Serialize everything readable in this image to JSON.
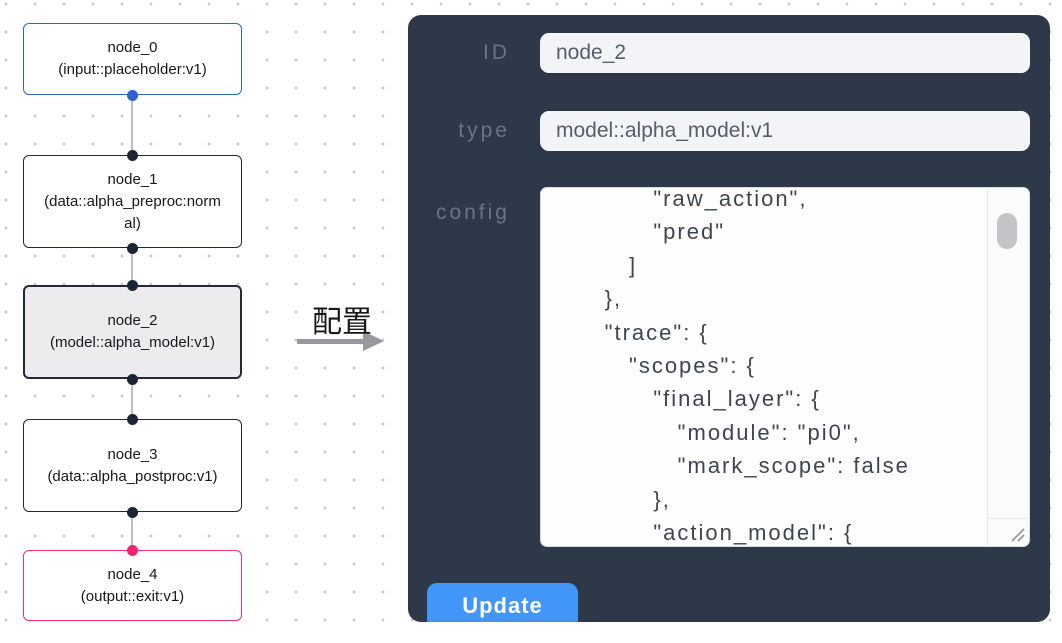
{
  "flow": {
    "nodes": [
      {
        "title": "node_0",
        "subtitle": "(input::placeholder:v1)",
        "role": "input"
      },
      {
        "title": "node_1",
        "subtitle": "(data::alpha_preproc:normal)",
        "role": "processor"
      },
      {
        "title": "node_2",
        "subtitle": "(model::alpha_model:v1)",
        "role": "model",
        "selected": true
      },
      {
        "title": "node_3",
        "subtitle": "(data::alpha_postproc:v1)",
        "role": "processor"
      },
      {
        "title": "node_4",
        "subtitle": "(output::exit:v1)",
        "role": "output"
      }
    ]
  },
  "annotation": {
    "label": "配置"
  },
  "config_panel": {
    "fields": [
      {
        "label": "ID",
        "value": "node_2"
      },
      {
        "label": "type",
        "value": "model::alpha_model:v1"
      },
      {
        "label": "config",
        "value": "            \"raw_action\",\n            \"pred\"\n         ]\n      },\n      \"trace\": {\n         \"scopes\": {\n            \"final_layer\": {\n               \"module\": \"pi0\",\n               \"mark_scope\": false\n            },\n            \"action_model\": {"
      }
    ],
    "update_button": "Update"
  },
  "colors": {
    "panel_bg": "#2d3848",
    "accent_blue": "#4296f7",
    "input_node_border": "#2d64c8",
    "output_node_border": "#ee2f7c",
    "selected_node_bg": "#ececee",
    "node_border": "#23283a",
    "handle_dark": "#1d2436",
    "handle_pink": "#f0256f",
    "edge_gray": "#bcc0c6"
  }
}
